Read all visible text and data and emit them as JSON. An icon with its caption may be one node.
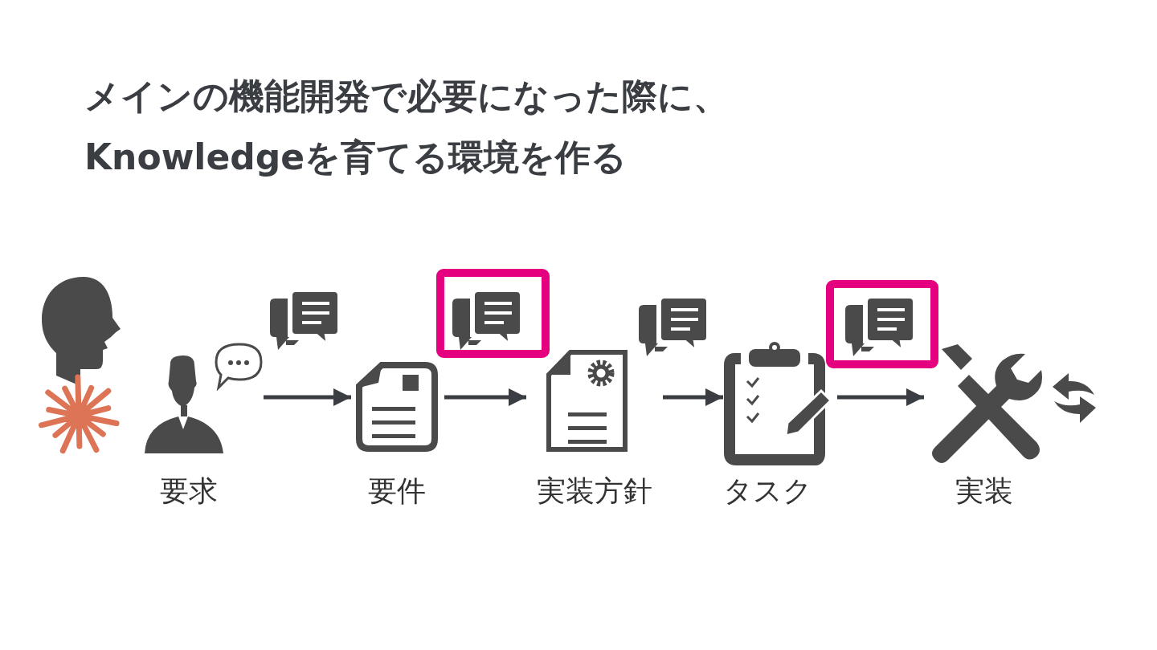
{
  "diagram": {
    "title": "メインの機能開発で必要になった際に、Knowledgeを育てる環境を作る",
    "nodes": [
      {
        "text": [
          "要求"
        ]
      },
      {
        "text": [
          "要件"
        ]
      },
      {
        "text": [
          "実装方針"
        ]
      },
      {
        "text": [
          "タスク"
        ]
      },
      {
        "text": [
          "実装"
        ]
      }
    ],
    "edges": [
      {
        "from": 0,
        "to": 1,
        "arrow": "to"
      },
      {
        "from": 1,
        "to": 2,
        "arrow": "to"
      },
      {
        "from": 2,
        "to": 3,
        "arrow": "to"
      },
      {
        "from": 3,
        "to": 4,
        "arrow": "to"
      }
    ]
  }
}
